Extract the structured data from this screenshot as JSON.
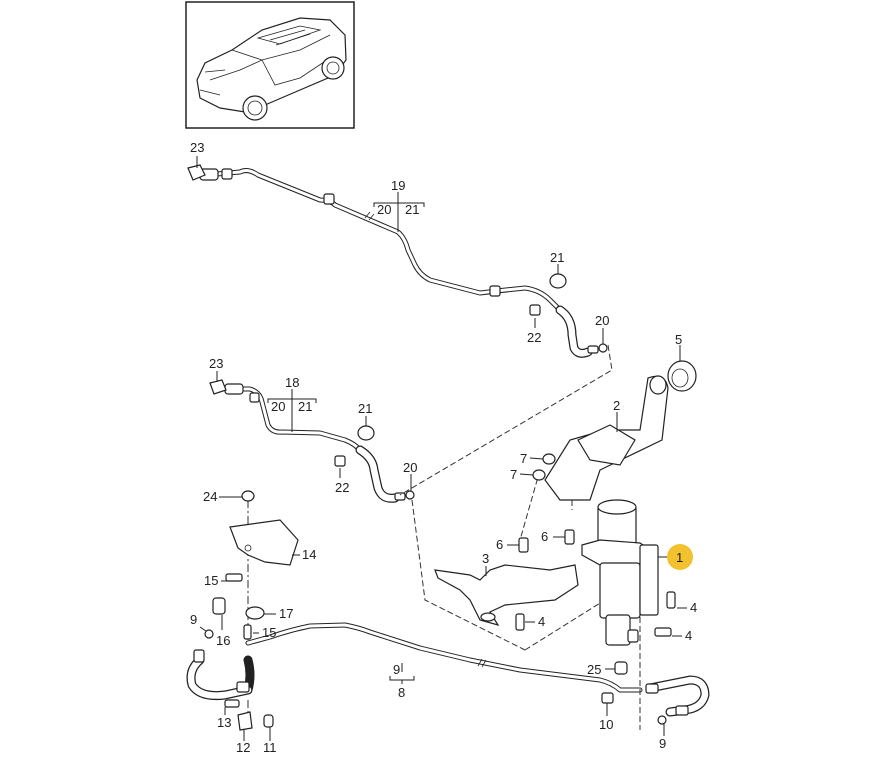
{
  "diagram": {
    "title": "Exploded parts diagram - brake/clutch hydraulic lines and master cylinder assembly",
    "thumbnail": {
      "subject": "vehicle overview (SUV)",
      "icon": "car-thumbnail"
    },
    "highlight_color": "#F2C12E",
    "highlighted_callout": "1",
    "callouts": {
      "c1": "1",
      "c2": "2",
      "c3": "3",
      "c4a": "4",
      "c4b": "4",
      "c4c": "4",
      "c5": "5",
      "c6a": "6",
      "c6b": "6",
      "c7a": "7",
      "c7b": "7",
      "c8": "8",
      "c9a": "9",
      "c9b": "9",
      "c9c": "9",
      "c10": "10",
      "c11": "11",
      "c12": "12",
      "c13": "13",
      "c14": "14",
      "c15a": "15",
      "c15b": "15",
      "c16": "16",
      "c17": "17",
      "c18": "18",
      "c19": "19",
      "c20a": "20",
      "c20b": "20",
      "c20c": "20",
      "c20d": "20",
      "c21a": "21",
      "c21b": "21",
      "c21c": "21",
      "c21d": "21",
      "c22a": "22",
      "c22b": "22",
      "c23a": "23",
      "c23b": "23",
      "c24": "24",
      "c25": "25"
    },
    "groups": [
      {
        "parent": "19",
        "children": [
          "20",
          "21"
        ]
      },
      {
        "parent": "18",
        "children": [
          "20",
          "21"
        ]
      },
      {
        "parent": "8",
        "children": [
          "9"
        ]
      }
    ]
  }
}
